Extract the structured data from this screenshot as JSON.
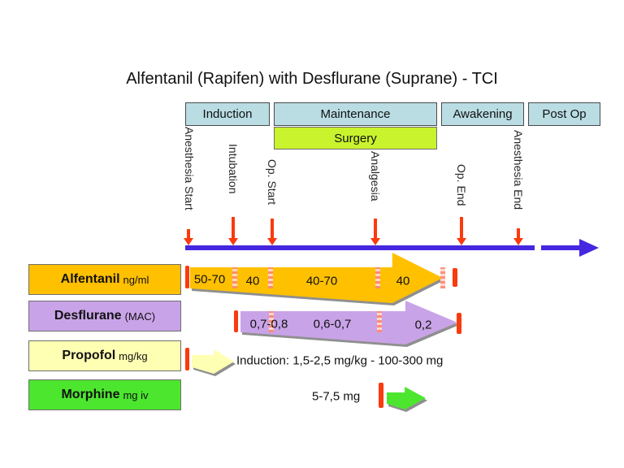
{
  "title": "Alfentanil (Rapifen) with Desflurane (Suprane) - TCI",
  "phases": {
    "induction": "Induction",
    "maintenance": "Maintenance",
    "awakening": "Awakening",
    "postop": "Post Op",
    "surgery": "Surgery"
  },
  "events": {
    "anesthesia_start": "Anesthesia Start",
    "intubation": "Intubation",
    "op_start": "Op. Start",
    "analgesia": "Analgesia",
    "op_end": "Op. End",
    "anesthesia_end": "Anesthesia End"
  },
  "drugs": {
    "alfentanil": {
      "name": "Alfentanil",
      "unit": "ng/ml",
      "doses": [
        "50-70",
        "40",
        "40-70",
        "40"
      ]
    },
    "desflurane": {
      "name": "Desflurane",
      "unit": "(MAC)",
      "doses": [
        "0,7-0,8",
        "0,6-0,7",
        "0,2"
      ]
    },
    "propofol": {
      "name": "Propofol",
      "unit": "mg/kg",
      "note": "Induction: 1,5-2,5 mg/kg - 100-300 mg"
    },
    "morphine": {
      "name": "Morphine",
      "unit": "mg iv",
      "note": "5-7,5 mg"
    }
  },
  "colors": {
    "phase_box": "#badde4",
    "surgery_box": "#c8f32d",
    "alfentanil": "#ffc000",
    "desflurane": "#c9a3e8",
    "propofol": "#ffffb3",
    "morphine": "#4ce62e",
    "timeline_blue": "#4527e0",
    "marker_red": "#fb3a0e"
  }
}
